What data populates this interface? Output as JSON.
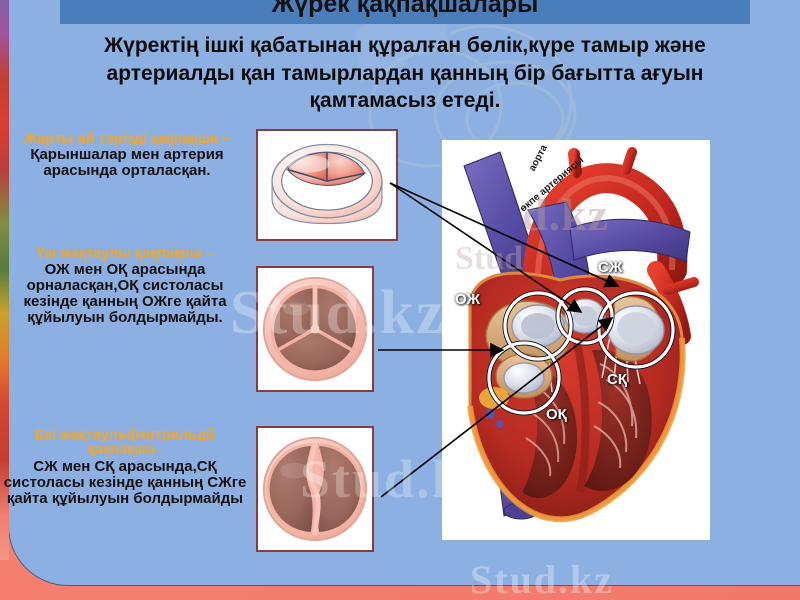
{
  "slide": {
    "title": "Жүрек қақпақшалары",
    "intro": "Жүректің ішкі қабатынан құралған бөлік,күре тамыр және артериалды қан тамырлардан қанның бір бағытта ағуын қамтамасыз етеді.",
    "background_color": "#8cb0e2",
    "title_band_color": "#4a7ebb",
    "heading_color": "#f5a623",
    "body_text_color": "#111111"
  },
  "descriptions": [
    {
      "id": "semilunar",
      "heading": "Жарты ай тәрізді қақпақша –",
      "body": "Қарыншалар мен артерия арасында орталасқан."
    },
    {
      "id": "tricuspid",
      "heading": "Үш жақтаулы қақпақша –",
      "body": "ОЖ мен ОҚ арасында орналасқан,ОҚ систоласы кезінде қанның ОЖге қайта құйылуын болдырмайды."
    },
    {
      "id": "bicuspid",
      "heading": "Екі жақтаулы(митральді) қақпақша–",
      "body": "СЖ мен СҚ арасында,СҚ систоласы кезінде қанның СЖге қайта құйылуын болдырмайды"
    }
  ],
  "valve_images": [
    {
      "id": "semilunar",
      "name": "Жарты ай тәрізді қақпақша",
      "cusps": 3,
      "cusp_color": "#f4a9a0",
      "ring_color": "#ffffff"
    },
    {
      "id": "tricuspid",
      "name": "Үш жақтаулы қақпақша",
      "cusps": 3,
      "cusp_color": "#9e6b60",
      "ring_color": "#f5b7ad"
    },
    {
      "id": "bicuspid",
      "name": "Екі жақтаулы қақпақша",
      "cusps": 2,
      "cusp_color": "#9e6b60",
      "ring_color": "#f5b7ad"
    }
  ],
  "heart_labels": {
    "left_atrium": "ОЖ",
    "right_atrium": "СЖ",
    "right_ventricle": "СҚ",
    "left_ventricle": "ОҚ",
    "aorta": "аорта",
    "pulmonary_artery": "өкпе артериясы"
  },
  "watermarks": {
    "center": "Stud.kz",
    "bottom": "Stud.kz",
    "left": "Stud.kz",
    "top": "d.kz",
    "heart": "Stud"
  }
}
